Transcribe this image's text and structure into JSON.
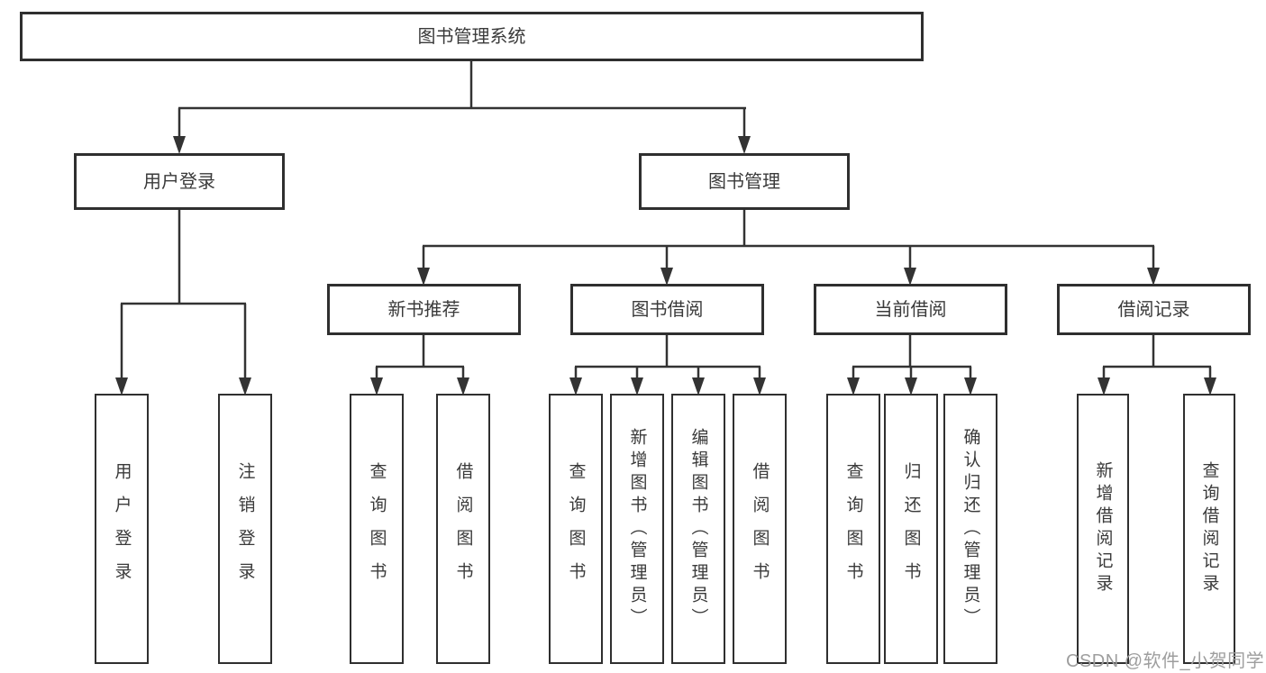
{
  "root_label": "图书管理系统",
  "level2": {
    "user_login": "用户登录",
    "book_mgmt": "图书管理"
  },
  "level3": {
    "new_books": "新书推荐",
    "borrowing": "图书借阅",
    "current": "当前借阅",
    "records": "借阅记录"
  },
  "leaves": {
    "login": "用户登录",
    "logout": "注销登录",
    "nb_query": "查询图书",
    "nb_borrow": "借阅图书",
    "bw_query": "查询图书",
    "bw_add": "新增图书（管理员）",
    "bw_edit": "编辑图书（管理员）",
    "bw_borrow": "借阅图书",
    "cur_query": "查询图书",
    "cur_return": "归还图书",
    "cur_confirm": "确认归还（管理员）",
    "rec_add": "新增借阅记录",
    "rec_query": "查询借阅记录"
  },
  "watermark": {
    "text": "CSDN @软件_小贺同学"
  },
  "colors": {
    "line": "#333333",
    "box_border": "#2f2f2f",
    "text": "#3a3a3a",
    "watermark": "#9e9e9e",
    "background": "#ffffff"
  }
}
